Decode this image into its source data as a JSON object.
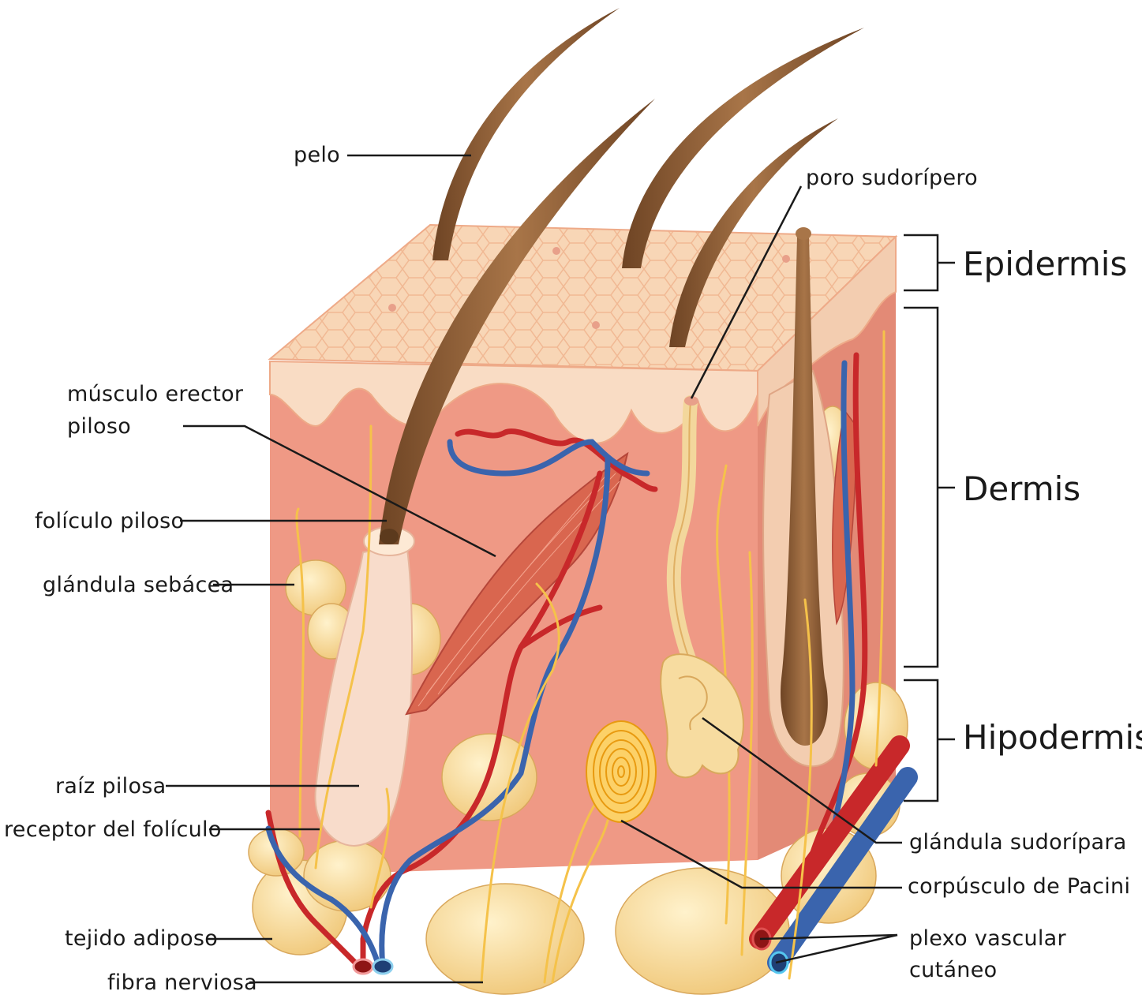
{
  "labels": {
    "pelo": "pelo",
    "musculo": "músculo erector\npiloso",
    "foliculo": "folículo piloso",
    "sebacea": "glándula sebácea",
    "raiz": "raíz pilosa",
    "receptor": "receptor del folículo",
    "adiposo": "tejido adiposo",
    "fibra": "fibra nerviosa",
    "poro": "poro sudorípero",
    "sudoripara": "glándula sudorípara",
    "pacini": "corpúsculo de Pacini",
    "plexo": "plexo vascular\ncutáneo"
  },
  "layers": {
    "epidermis": "Epidermis",
    "dermis": "Dermis",
    "hipodermis": "Hipodermis"
  },
  "colors": {
    "epidermis_top": "#f8d3b3",
    "dermis": "#ec8f7c",
    "dermis_side": "#e0826f",
    "fat": "#f7dca0",
    "hair": "#8a5a32",
    "artery": "#c8282a",
    "vein": "#3a64ad",
    "nerve": "#f5c24a",
    "muscle": "#d9664f"
  }
}
